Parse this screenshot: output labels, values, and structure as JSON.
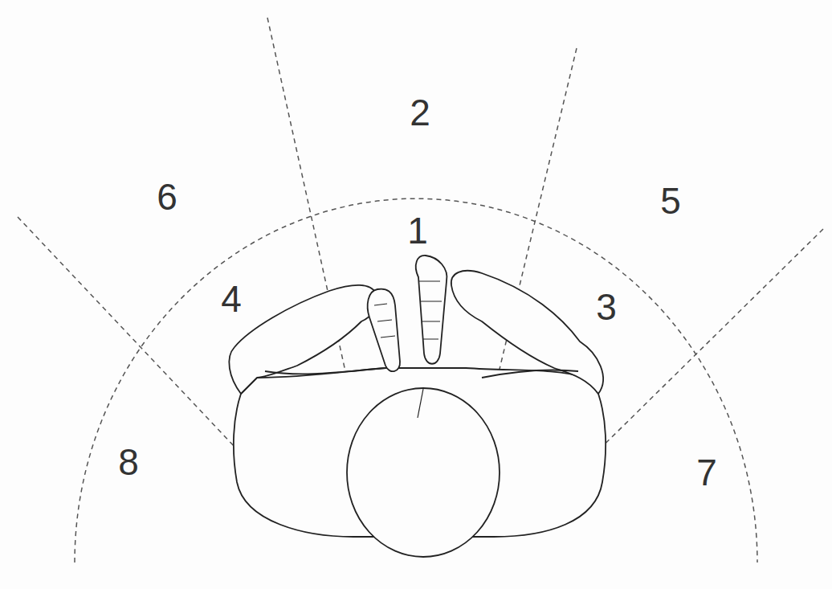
{
  "diagram": {
    "labels": [
      "2",
      "6",
      "5",
      "1",
      "4",
      "3",
      "8",
      "7"
    ]
  }
}
